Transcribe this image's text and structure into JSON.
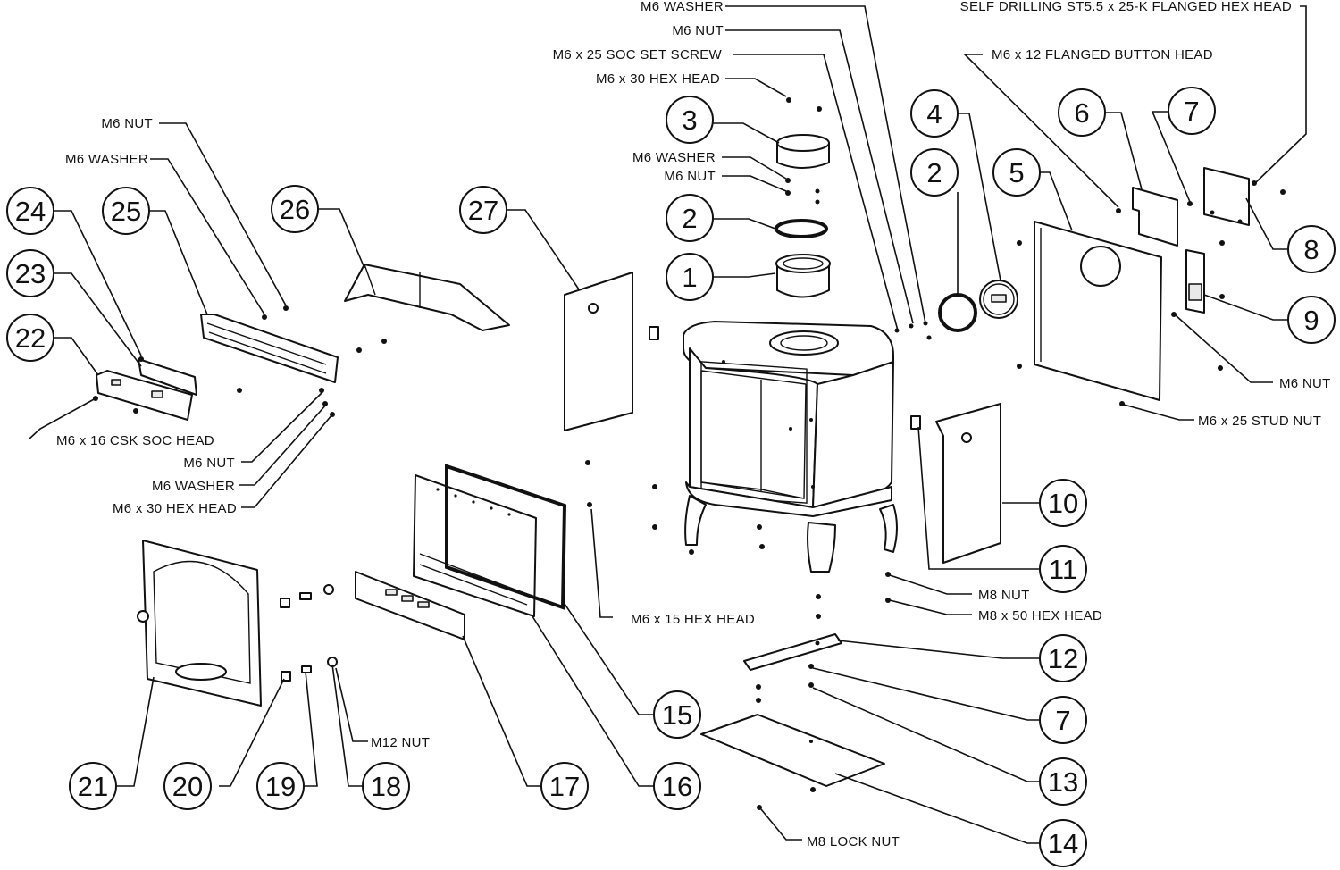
{
  "callouts": [
    "1",
    "2",
    "3",
    "4",
    "2",
    "5",
    "6",
    "7",
    "8",
    "9",
    "10",
    "11",
    "12",
    "7",
    "13",
    "14",
    "15",
    "16",
    "17",
    "18",
    "19",
    "20",
    "21",
    "22",
    "23",
    "24",
    "25",
    "26",
    "27"
  ],
  "labels": {
    "m6_washer_top": "M6 WASHER",
    "m6_nut_top": "M6 NUT",
    "m6x25_soc_set_screw": "M6 x 25 SOC SET SCREW",
    "m6x30_hex_head_top": "M6 x 30 HEX HEAD",
    "m6_washer_mid": "M6 WASHER",
    "m6_nut_mid": "M6 NUT",
    "self_drilling": "SELF DRILLING ST5.5 x 25-K FLANGED HEX HEAD",
    "m6x12_flanged_button": "M6 x 12 FLANGED BUTTON HEAD",
    "m6_nut_left": "M6 NUT",
    "m6_washer_left": "M6 WASHER",
    "m6x16_csk": "M6 x 16 CSK SOC HEAD",
    "m6_nut_left2": "M6 NUT",
    "m6_washer_left2": "M6 WASHER",
    "m6x30_hex_head_left": "M6 x 30 HEX HEAD",
    "m6_nut_right": "M6 NUT",
    "m6x25_stud_nut": "M6 x 25 STUD NUT",
    "m8_nut": "M8 NUT",
    "m8x50_hex_head": "M8 x 50 HEX HEAD",
    "m6x15_hex_head": "M6 x 15 HEX HEAD",
    "m12_nut": "M12  NUT",
    "m8_lock_nut": "M8 LOCK NUT"
  }
}
